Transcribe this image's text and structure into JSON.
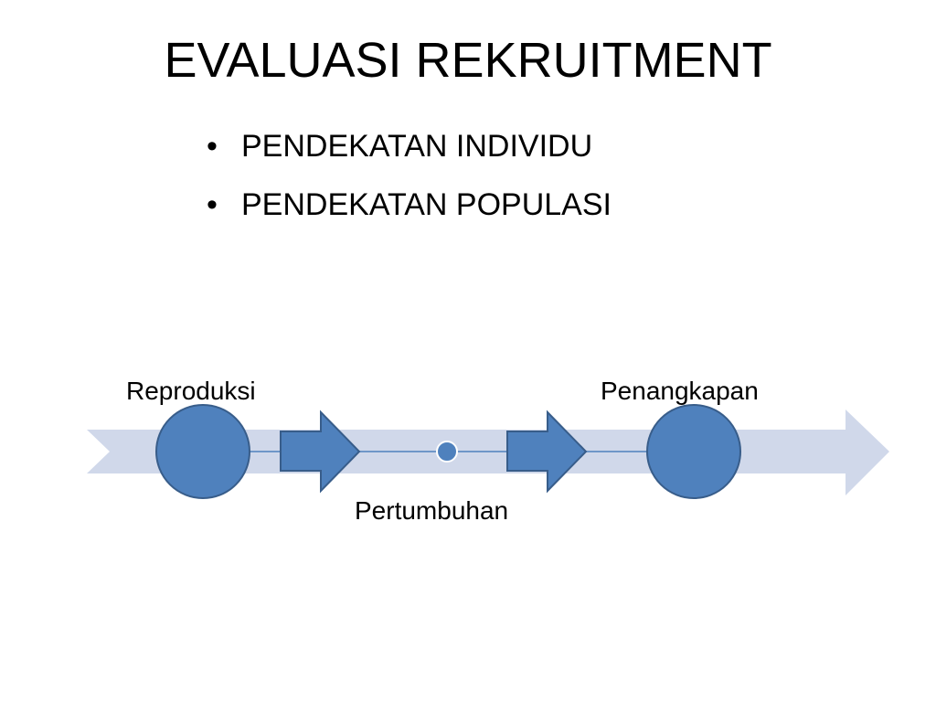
{
  "slide": {
    "title": "EVALUASI REKRUITMENT",
    "bullets": [
      {
        "marker": "•",
        "text": "PENDEKATAN INDIVIDU"
      },
      {
        "marker": "•",
        "text": "PENDEKATAN POPULASI"
      }
    ]
  },
  "diagram": {
    "labels": {
      "reproduksi": "Reproduksi",
      "pertumbuhan": "Pertumbuhan",
      "penangkapan": "Penangkapan"
    },
    "colors": {
      "band": "#d0d8ea",
      "node_fill": "#4f81bd",
      "node_stroke": "#385d8a",
      "connector": "#4f81bd"
    }
  }
}
